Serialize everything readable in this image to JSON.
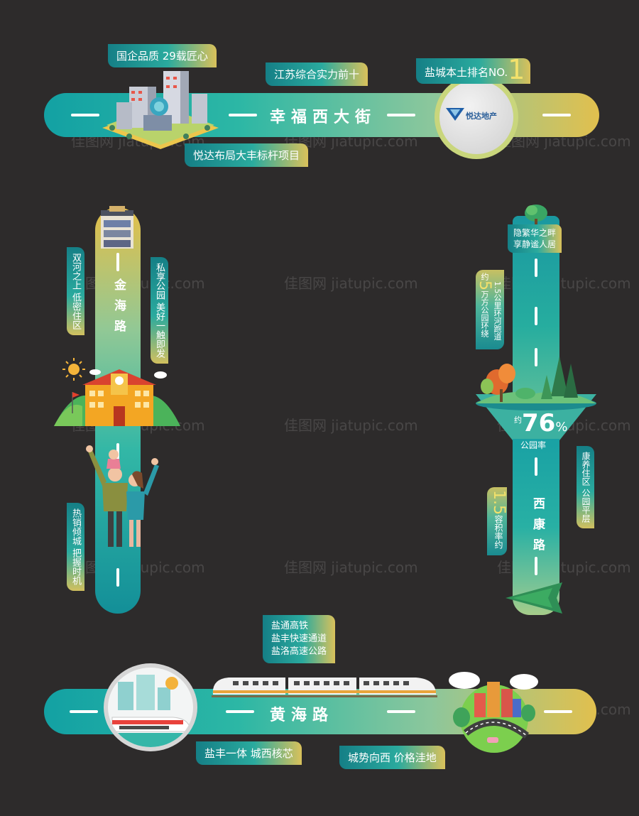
{
  "roads": {
    "top": "幸福西大街",
    "left": "金海路",
    "right": "西康路",
    "bottom": "黄海路"
  },
  "top_tags": {
    "quality": "国企品质 29载匠心",
    "rank_jiangsu": "江苏综合实力前十",
    "rank_local_prefix": "盐城本土排名NO.",
    "rank_local_number": "1",
    "project": "悦达布局大丰标杆项目"
  },
  "left_tags": {
    "low_density": "双河之上 低密住区",
    "park": "私享公园 美好一触即发",
    "sales": "热销倾城 把握时机"
  },
  "right_tags": {
    "quiet": [
      "隐繁华之畔",
      "享静谧人居"
    ],
    "park_ring_prefix": "约",
    "park_ring_number": "5",
    "park_ring_line1": "万方公园环绕",
    "park_ring_line2": "1.5公里环河跑道",
    "park_rate_prefix": "约",
    "park_rate_number": "76",
    "park_rate_unit": "%",
    "park_rate_label": "公园率",
    "health": "康养住区 公园平层",
    "plot_ratio_label": "容积率约",
    "plot_ratio_number": "1.5"
  },
  "bottom_tags": {
    "transport": [
      "盐通高铁",
      "盐丰快速通道",
      "盐洛高速公路"
    ],
    "integration": "盐丰一体 城西核芯",
    "westward": "城势向西 价格洼地"
  },
  "logo": {
    "text": "悦达地产"
  },
  "watermark": "佳图网 jiatupic.com",
  "colors": {
    "background": "#2d2b2b",
    "teal": "#13a1a3",
    "gold": "#e1c04e"
  }
}
